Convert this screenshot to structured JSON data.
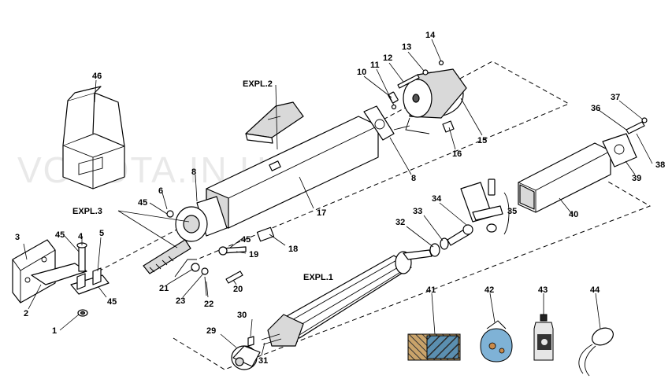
{
  "watermark": "VOROTA.IN.UA",
  "explosion_labels": {
    "expl1": "EXPL.1",
    "expl2": "EXPL.2",
    "expl3": "EXPL.3"
  },
  "part_numbers": {
    "p1": "1",
    "p2": "2",
    "p3": "3",
    "p4": "4",
    "p5": "5",
    "p6": "6",
    "p8a": "8",
    "p8b": "8",
    "p10": "10",
    "p11": "11",
    "p12": "12",
    "p13": "13",
    "p14": "14",
    "p15": "15",
    "p16": "16",
    "p17": "17",
    "p18": "18",
    "p19": "19",
    "p20": "20",
    "p21": "21",
    "p22": "22",
    "p23": "23",
    "p29": "29",
    "p30": "30",
    "p31": "31",
    "p32": "32",
    "p33": "33",
    "p34": "34",
    "p35": "35",
    "p36": "36",
    "p37": "37",
    "p38": "38",
    "p39": "39",
    "p40": "40",
    "p41": "41",
    "p42": "42",
    "p43": "43",
    "p44": "44",
    "p45a": "45",
    "p45b": "45",
    "p45c": "45",
    "p45d": "45",
    "p46": "46"
  },
  "colors": {
    "line": "#000000",
    "fill_light": "#d9d9d9",
    "fill_dark": "#555555",
    "hatch_blue": "#5b8fb0",
    "bag_blue": "#7fb2d6",
    "bag_orange": "#c98a4a",
    "watermark": "#cfcfcf"
  }
}
